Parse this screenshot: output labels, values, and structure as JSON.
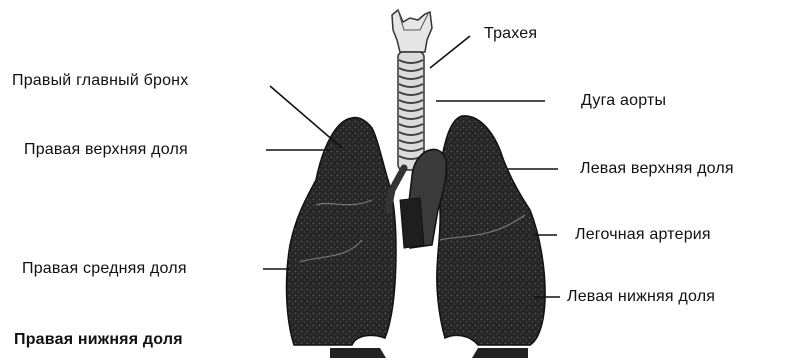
{
  "labels": {
    "trachea": "Трахея",
    "right_main_bronchus": "Правый главный бронх",
    "aortic_arch": "Дуга аорты",
    "right_upper_lobe": "Правая верхняя доля",
    "left_upper_lobe": "Левая верхняя доля",
    "pulmonary_artery": "Легочная артерия",
    "right_middle_lobe": "Правая средняя доля",
    "left_lower_lobe": "Левая нижняя доля",
    "right_lower_lobe": "Правая нижняя доля"
  },
  "colors": {
    "lung_fill": "#2b2b2b",
    "lung_texture": "#5a5a5a",
    "trachea_fill": "#d9d9d9",
    "trachea_ring": "#444444",
    "line": "#111111"
  }
}
